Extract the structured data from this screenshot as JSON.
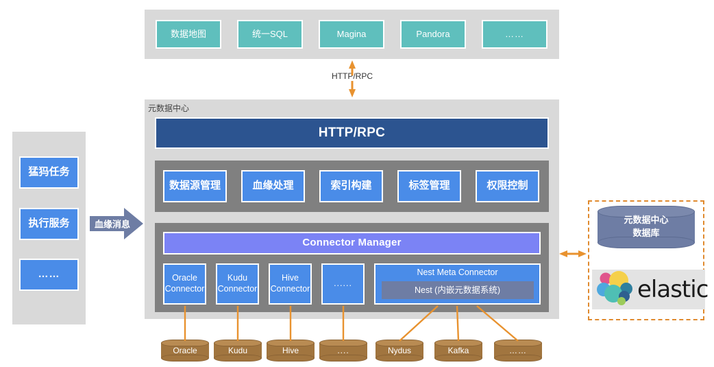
{
  "top_apps": {
    "items": [
      {
        "label": "数据地图"
      },
      {
        "label": "统一SQL"
      },
      {
        "label": "Magina"
      },
      {
        "label": "Pandora"
      },
      {
        "label": "……"
      }
    ]
  },
  "vertical_link": {
    "label": "HTTP/RPC"
  },
  "metadata_center": {
    "title": "元数据中心",
    "api_bar": {
      "label": "HTTP/RPC"
    },
    "modules": [
      {
        "label": "数据源管理"
      },
      {
        "label": "血缘处理"
      },
      {
        "label": "索引构建"
      },
      {
        "label": "标签管理"
      },
      {
        "label": "权限控制"
      }
    ],
    "connector_manager": {
      "label": "Connector Manager"
    },
    "connectors": [
      {
        "line1": "Oracle",
        "line2": "Connector"
      },
      {
        "line1": "Kudu",
        "line2": "Connector"
      },
      {
        "line1": "Hive",
        "line2": "Connector"
      },
      {
        "line1": "......",
        "line2": ""
      }
    ],
    "nest_connector": {
      "title": "Nest Meta Connector",
      "inner": "Nest (内嵌元数据系统)"
    }
  },
  "left_sources": {
    "items": [
      {
        "label": "猛犸任务"
      },
      {
        "label": "执行服务"
      },
      {
        "label": "……"
      }
    ]
  },
  "lineage_arrow": {
    "label": "血缘消息"
  },
  "storage": {
    "database": {
      "line1": "元数据中心",
      "line2": "数据库"
    },
    "elastic": {
      "label": "elastic"
    }
  },
  "data_stores": [
    {
      "label": "Oracle"
    },
    {
      "label": "Kudu"
    },
    {
      "label": "Hive"
    },
    {
      "label": "...."
    },
    {
      "label": "Nydus"
    },
    {
      "label": "Kafka"
    },
    {
      "label": "……"
    }
  ],
  "colors": {
    "teal": "#5fbfbd",
    "blue": "#4a8ce8",
    "dark_blue": "#2c5490",
    "purple": "#7b83f5",
    "orange": "#e08a2e",
    "brown": "#a1753f",
    "slate": "#6e7da4",
    "panel_gray": "#d9d9d9",
    "inner_gray": "#808080"
  }
}
